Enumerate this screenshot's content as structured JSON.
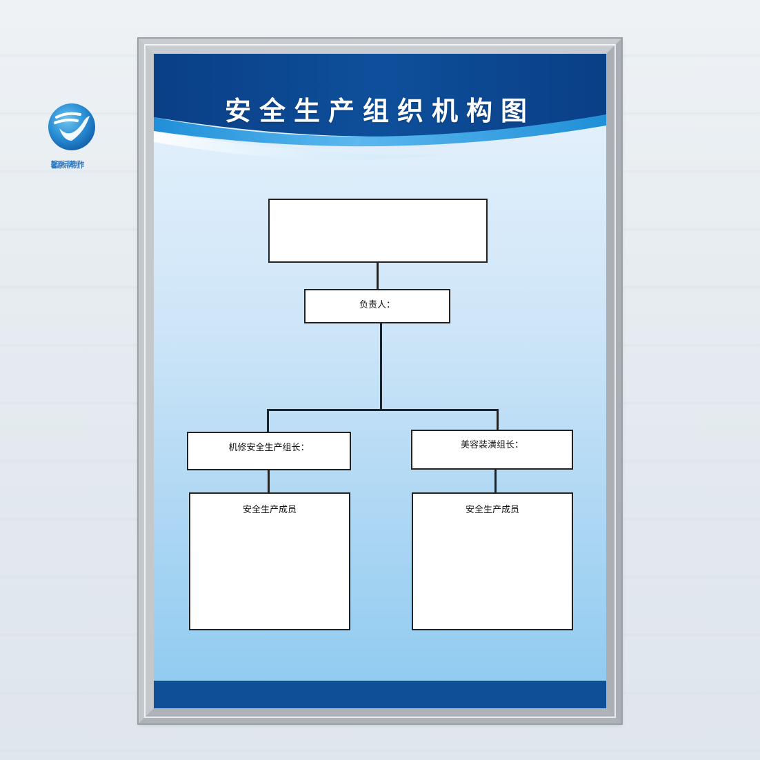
{
  "board": {
    "title": "安全生产组织机构图"
  },
  "org_chart": {
    "top_box": {
      "label": ""
    },
    "leader": {
      "label": "负责人："
    },
    "groups": [
      {
        "head_label": "机修安全生产组长：",
        "members_label": "安全生产成员"
      },
      {
        "head_label": "美容装潢组长：",
        "members_label": "安全生产成员"
      }
    ]
  },
  "logo": {
    "text": "馨源标牌制作"
  },
  "colors": {
    "header_blue": "#0d4a94",
    "accent_blue": "#2a9be0",
    "footer_blue": "#0e4f98",
    "frame_silver": "#b9bec4"
  }
}
